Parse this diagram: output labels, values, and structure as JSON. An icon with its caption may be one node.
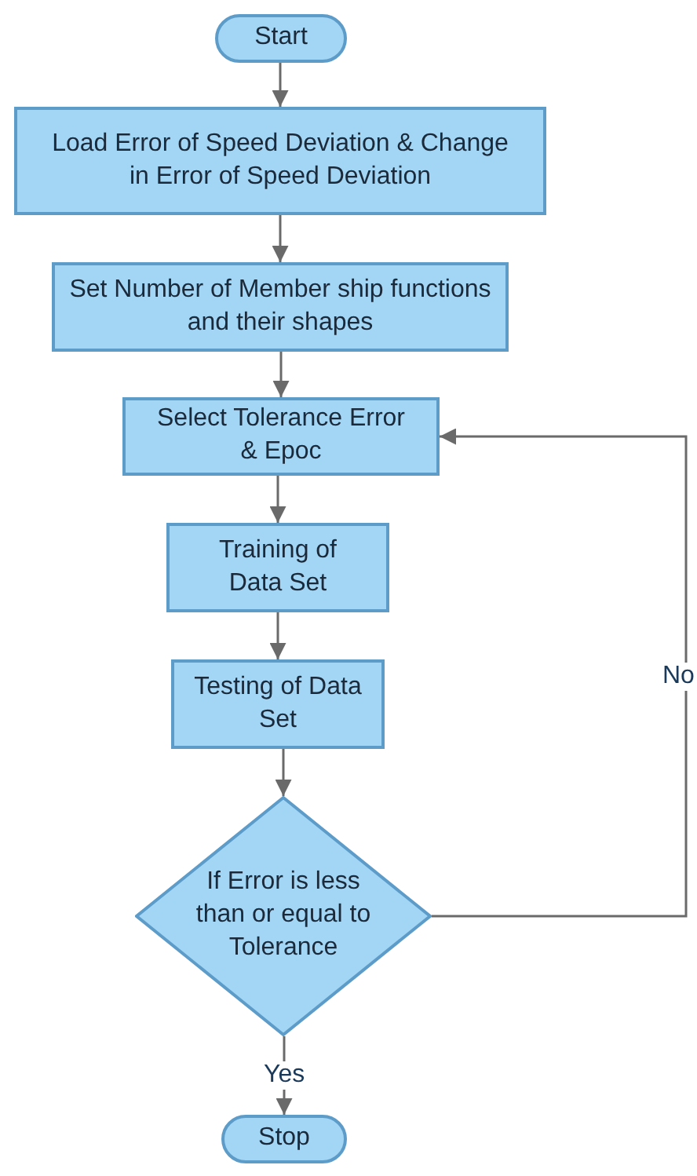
{
  "diagram": {
    "nodes": [
      {
        "text": [
          "Start"
        ]
      },
      {
        "text": [
          "Load Error of Speed Deviation & Change in Error of Speed Deviation"
        ]
      },
      {
        "text": [
          "Set Number of Member ship functions and their shapes"
        ]
      },
      {
        "text": [
          "Select Tolerance Error & Epoc"
        ]
      },
      {
        "text": [
          "Training of Data Set"
        ]
      },
      {
        "text": [
          "Testing of Data Set"
        ]
      },
      {
        "text": [
          "If Error is less than or equal to Tolerance"
        ]
      },
      {
        "text": [
          "Stop"
        ]
      }
    ],
    "edges": [
      {
        "from": 0,
        "to": 1,
        "arrow": "to"
      },
      {
        "from": 1,
        "to": 2,
        "arrow": "to"
      },
      {
        "from": 2,
        "to": 3,
        "arrow": "to"
      },
      {
        "from": 3,
        "to": 4,
        "arrow": "to"
      },
      {
        "from": 4,
        "to": 5,
        "arrow": "to"
      },
      {
        "from": 5,
        "to": 6,
        "arrow": "to"
      },
      {
        "from": 6,
        "to": 7,
        "arrow": "to",
        "label": "Yes"
      },
      {
        "from": 6,
        "to": 3,
        "arrow": "to",
        "label": "No"
      }
    ]
  }
}
